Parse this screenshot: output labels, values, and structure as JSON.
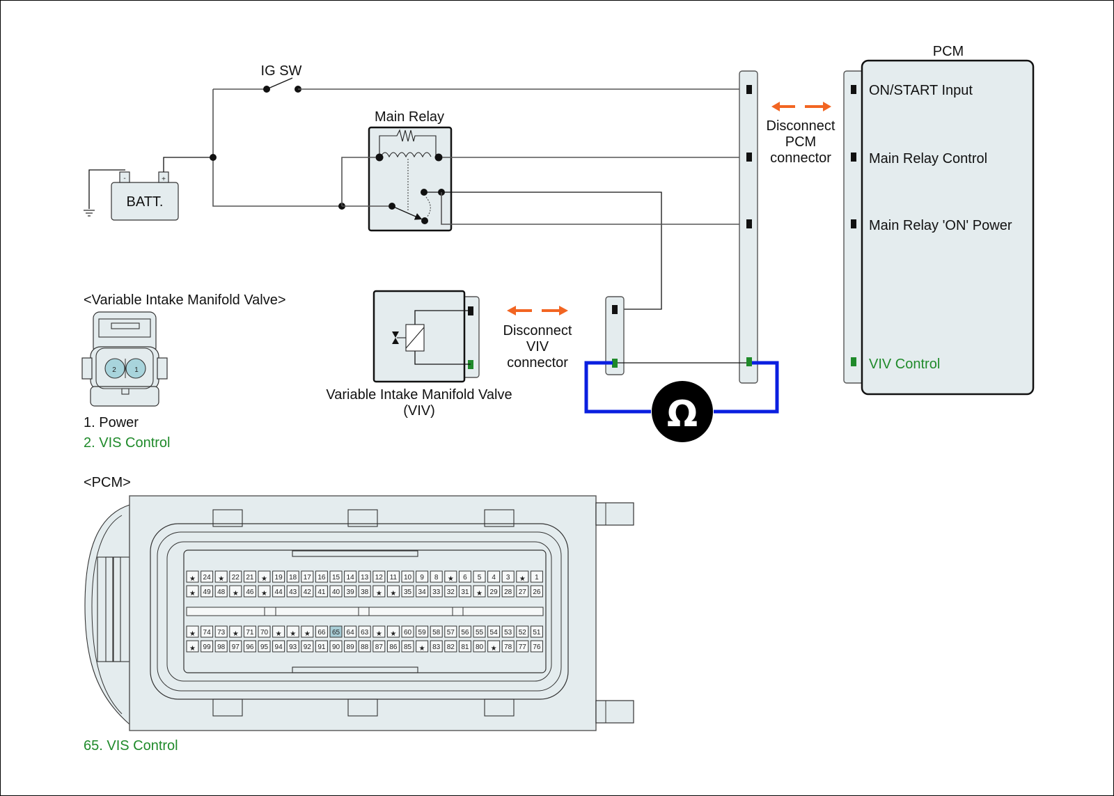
{
  "diagram": {
    "ig_switch_label": "IG SW",
    "main_relay_label": "Main Relay",
    "battery_label": "BATT.",
    "battery_minus": "-",
    "battery_plus": "+",
    "pcm_connector_disconnect": [
      "Disconnect",
      "PCM",
      "connector"
    ],
    "viv_connector_disconnect": [
      "Disconnect",
      "VIV",
      "connector"
    ],
    "pcm": {
      "title": "PCM",
      "terminals": [
        {
          "label": "ON/START Input",
          "color": "#111111"
        },
        {
          "label": "Main Relay Control",
          "color": "#111111"
        },
        {
          "label": "Main Relay 'ON' Power",
          "color": "#111111"
        },
        {
          "label": "VIV Control",
          "color": "#1f8a2a"
        }
      ]
    },
    "viv_component": {
      "name_line1": "Variable Intake Manifold Valve",
      "name_line2": "(VIV)"
    },
    "ohmmeter_symbol": "Ω",
    "colors": {
      "arrow": "#f26522",
      "meter_lead": "#0a1fe0",
      "signal_green": "#1f8a2a",
      "component_fill": "#e4ecee"
    }
  },
  "viv_connector_view": {
    "title": "<Variable Intake Manifold Valve>",
    "pins": [
      "2",
      "1"
    ],
    "legend": [
      {
        "text": "1. Power",
        "color": "#111111"
      },
      {
        "text": "2. VIS Control",
        "color": "#1f8a2a"
      }
    ]
  },
  "pcm_connector_view": {
    "title": "<PCM>",
    "rows": [
      [
        "★",
        "24",
        "★",
        "22",
        "21",
        "★",
        "19",
        "18",
        "17",
        "16",
        "15",
        "14",
        "13",
        "12",
        "11",
        "10",
        "9",
        "8",
        "★",
        "6",
        "5",
        "4",
        "3",
        "★",
        "1"
      ],
      [
        "★",
        "49",
        "48",
        "★",
        "46",
        "★",
        "44",
        "43",
        "42",
        "41",
        "40",
        "39",
        "38",
        "★",
        "★",
        "35",
        "34",
        "33",
        "32",
        "31",
        "★",
        "29",
        "28",
        "27",
        "26"
      ],
      [
        "★",
        "74",
        "73",
        "★",
        "71",
        "70",
        "★",
        "★",
        "★",
        "66",
        "65",
        "64",
        "63",
        "★",
        "★",
        "60",
        "59",
        "58",
        "57",
        "56",
        "55",
        "54",
        "53",
        "52",
        "51"
      ],
      [
        "★",
        "99",
        "98",
        "97",
        "96",
        "95",
        "94",
        "93",
        "92",
        "91",
        "90",
        "89",
        "88",
        "87",
        "86",
        "85",
        "★",
        "83",
        "82",
        "81",
        "80",
        "★",
        "78",
        "77",
        "76"
      ]
    ],
    "highlighted_pin": "65",
    "legend": [
      {
        "text": "65. VIS Control",
        "color": "#1f8a2a"
      }
    ]
  }
}
